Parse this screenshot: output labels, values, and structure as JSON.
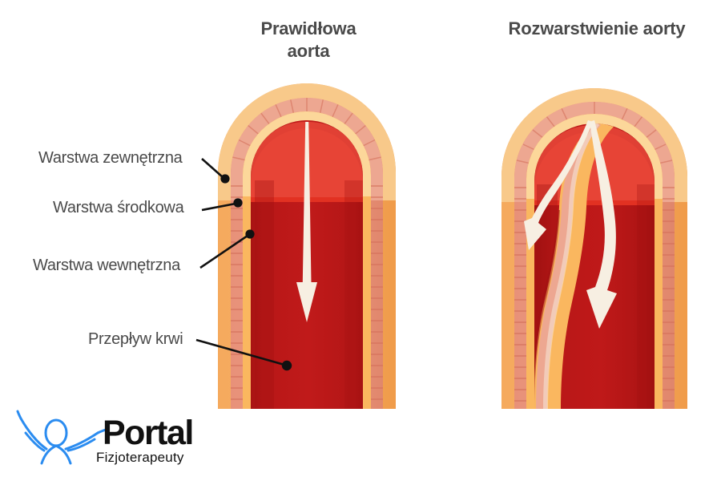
{
  "figure": {
    "kind": "medical-illustration",
    "subject": "aorta-cross-section-comparison",
    "background_color": "#ffffff"
  },
  "titles": {
    "normal": "Prawidłowa\naorta",
    "dissection": "Rozwarstwienie aorty",
    "color": "#4a4a4a"
  },
  "labels": {
    "outer_layer": "Warstwa zewnętrzna",
    "middle_layer": "Warstwa środkowa",
    "inner_layer": "Warstwa wewnętrzna",
    "blood_flow": "Przepływ krwi",
    "color": "#4a4a4a",
    "leader_color": "#111111"
  },
  "colors": {
    "outer_layer": "#f4a254",
    "outer_layer_light": "#f8c98a",
    "middle_layer": "#e08c72",
    "middle_layer_light": "#ea9d84",
    "middle_stripe": "#d87a62",
    "inner_layer": "#f9b45f",
    "inner_layer_light": "#fbd79b",
    "lumen_dark": "#b01515",
    "lumen_mid": "#c21a1a",
    "lumen_bright": "#e23122",
    "lumen_highlight": "#e8483a",
    "arrow": "#f7efe2",
    "brand_blue": "#2b8cf0",
    "brand_black": "#111111"
  },
  "brand": {
    "name": "Portal",
    "tagline": "Fizjoterapeuty",
    "mark": "stick-figure-icon"
  },
  "diagrams": [
    {
      "id": "normal-aorta",
      "title_ref": "titles.normal",
      "flow_arrows": 1,
      "layers": [
        "outer",
        "middle",
        "inner",
        "lumen"
      ]
    },
    {
      "id": "aortic-dissection",
      "title_ref": "titles.dissection",
      "flow_arrows": 2,
      "layers": [
        "outer",
        "middle",
        "inner",
        "lumen",
        "intimal-flap",
        "false-lumen"
      ]
    }
  ]
}
